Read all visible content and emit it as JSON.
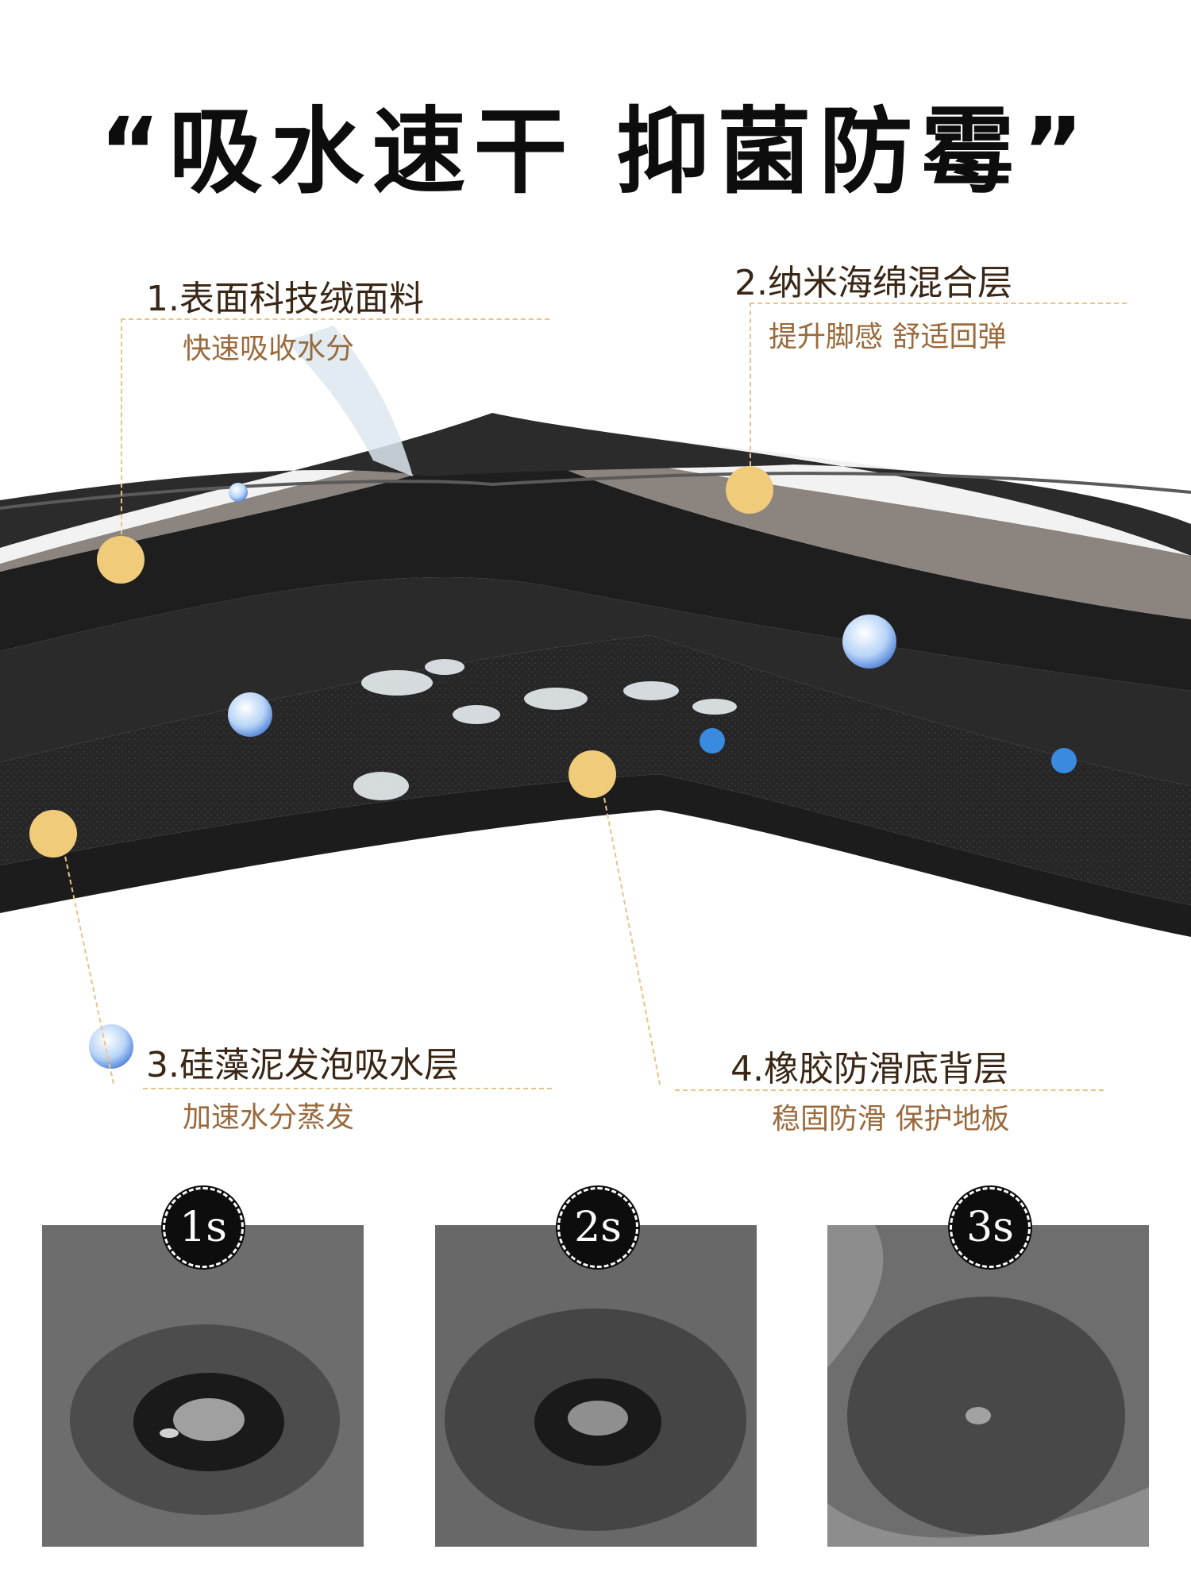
{
  "headline": "“吸水速干 抑菌防霉”",
  "layers": [
    {
      "title": "1.表面科技绒面料",
      "subtitle": "快速吸收水分"
    },
    {
      "title": "2.纳米海绵混合层",
      "subtitle": "提升脚感 舒适回弹"
    },
    {
      "title": "3.硅藻泥发泡吸水层",
      "subtitle": "加速水分蒸发"
    },
    {
      "title": "4.橡胶防滑底背层",
      "subtitle": "稳固防滑 保护地板"
    }
  ],
  "timeline": [
    {
      "label": "1s"
    },
    {
      "label": "2s"
    },
    {
      "label": "3s"
    }
  ],
  "colors": {
    "marker": "#f0cb79",
    "guide": "#e7c487",
    "title_text": "#3a2614",
    "subtitle_text": "#9a6a3c"
  },
  "icons": [
    "water-splash-icon",
    "bubble-icon",
    "molecule-icon",
    "bacteria-icon"
  ]
}
